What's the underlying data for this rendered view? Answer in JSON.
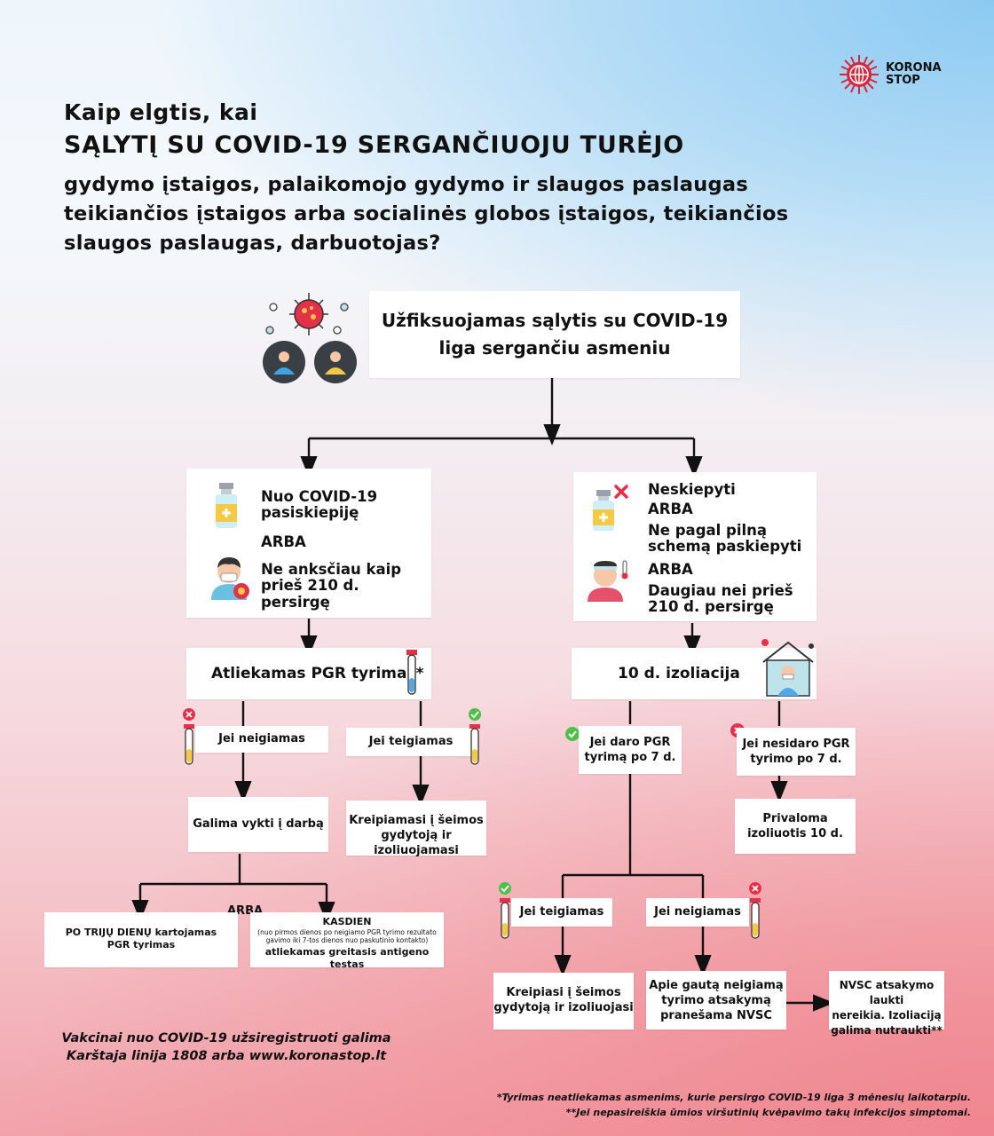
{
  "brand": {
    "line1": "KORONA",
    "line2": "STOP"
  },
  "title": {
    "line1": "Kaip elgtis, kai",
    "line2": "SĄLYTĮ SU COVID-19 SERGANČIUOJU TURĖJO",
    "line3": "gydymo įstaigos, palaikomojo gydymo ir slaugos paslaugas",
    "line4": "teikiančios įstaigos arba socialinės globos įstaigos, teikiančios",
    "line5": "slaugos paslaugas, darbuotojas?"
  },
  "top_box": {
    "line1": "Užfiksuojamas sąlytis su COVID-19",
    "line2": "liga sergančiu asmeniu"
  },
  "left_branch": {
    "vaccinated_l1": "Nuo COVID-19",
    "vaccinated_l2": "pasiskiepiję",
    "or": "ARBA",
    "recovered_l1": "Ne anksčiau kaip",
    "recovered_l2": "prieš 210 d. persirgę",
    "pcr": "Atliekamas PGR tyrimas*",
    "negative": "Jei neigiamas",
    "positive": "Jei teigiamas",
    "can_work": "Galima vykti į darbą",
    "contact_doctor_l1": "Kreipiamasi į šeimos",
    "contact_doctor_l2": "gydytoją ir izoliuojamasi",
    "arba": "ARBA",
    "repeat_l1": "PO TRIJŲ DIENŲ kartojamas",
    "repeat_l2": "PGR tyrimas",
    "daily_title": "KASDIEN",
    "daily_note_l1": "(nuo pirmos dienos po neigiamo PGR tyrimo rezultato",
    "daily_note_l2": "gavimo iki 7-tos dienos nuo paskutinio kontakto)",
    "daily_l3": "atliekamas greitasis antigeno testas"
  },
  "right_branch": {
    "not_vacc": "Neskiepyti",
    "or": "ARBA",
    "partial_l1": "Ne pagal pilną",
    "partial_l2": "schemą paskiepyti",
    "recovered_l1": "Daugiau nei prieš",
    "recovered_l2": "210 d. persirgę",
    "isolation": "10 d. izoliacija",
    "does_pcr_l1": "Jei daro PGR",
    "does_pcr_l2": "tyrimą po 7 d.",
    "no_pcr_l1": "Jei nesidaro PGR",
    "no_pcr_l2": "tyrimo po 7 d.",
    "mandatory_l1": "Privaloma",
    "mandatory_l2": "izoliuotis 10 d.",
    "positive": "Jei teigiamas",
    "negative": "Jei neigiamas",
    "contact_doctor_l1": "Kreipiasi į šeimos",
    "contact_doctor_l2": "gydytoją ir izoliuojasi",
    "report_l1": "Apie gautą neigiamą",
    "report_l2": "tyrimo atsakymą",
    "report_l3": "pranešama NVSC",
    "nvsc_l1": "NVSC atsakymo laukti",
    "nvsc_l2": "nereikia. Izoliaciją",
    "nvsc_l3": "galima nutraukti**"
  },
  "footer": {
    "vacc_l1": "Vakcinai nuo COVID-19 užsiregistruoti galima",
    "vacc_l2": "Karštaja linija 1808 arba www.koronastop.lt",
    "note1": "*Tyrimas neatliekamas asmenims, kurie persirgo COVID-19 liga 3 mėnesių laikotarpiu.",
    "note2": "**Jei nepasireiškia ūmios viršutinių kvėpavimo takų infekcijos simptomai."
  },
  "colors": {
    "red": "#e5304a",
    "green": "#4fbf4a",
    "accent_red": "#d7263d"
  }
}
